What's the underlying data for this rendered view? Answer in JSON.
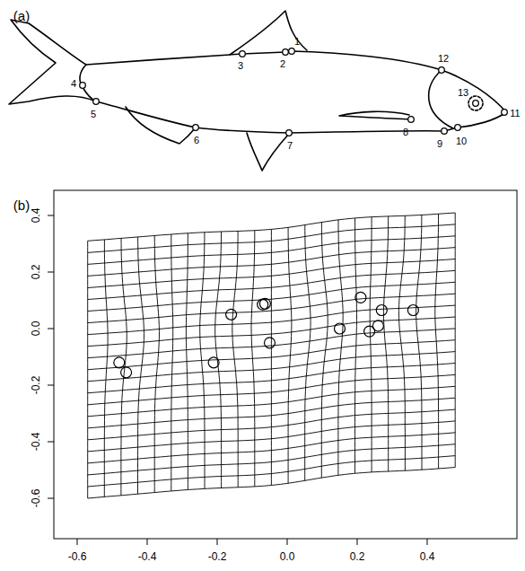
{
  "diagram": {
    "labels": [
      "(a)",
      "1",
      "2",
      "3",
      "4",
      "5",
      "6",
      "7",
      "8",
      "9",
      "10",
      "11",
      "12",
      "13",
      "(b)",
      "0.4",
      "0.2",
      "0.0",
      "-0.2",
      "-0.4",
      "-0.6",
      "-0.6",
      "-0.4",
      "-0.2",
      "0.0",
      "0.2",
      "0.4"
    ]
  }
}
